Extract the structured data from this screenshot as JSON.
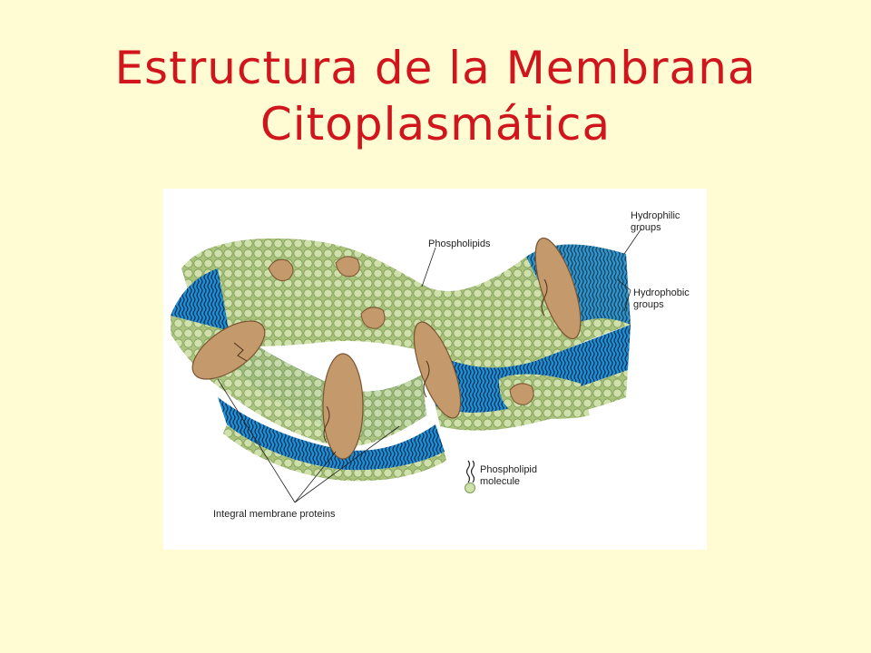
{
  "slide": {
    "title_line1": "Estructura de la Membrana",
    "title_line2": "Citoplasmática"
  },
  "figure": {
    "labels": {
      "phospholipids": "Phospholipids",
      "hydrophilic_line1": "Hydrophilic",
      "hydrophilic_line2": "groups",
      "hydrophobic_line1": "Hydrophobic",
      "hydrophobic_line2": "groups",
      "phospholipid_molecule_line1": "Phospholipid",
      "phospholipid_molecule_line2": "molecule",
      "integral_proteins": "Integral membrane proteins"
    },
    "colors": {
      "slide_background": "#fffbd2",
      "title": "#d0151c",
      "head_group": "#c6d9a0",
      "tail_region": "#1a8ad0",
      "protein": "#c49a6c"
    }
  }
}
